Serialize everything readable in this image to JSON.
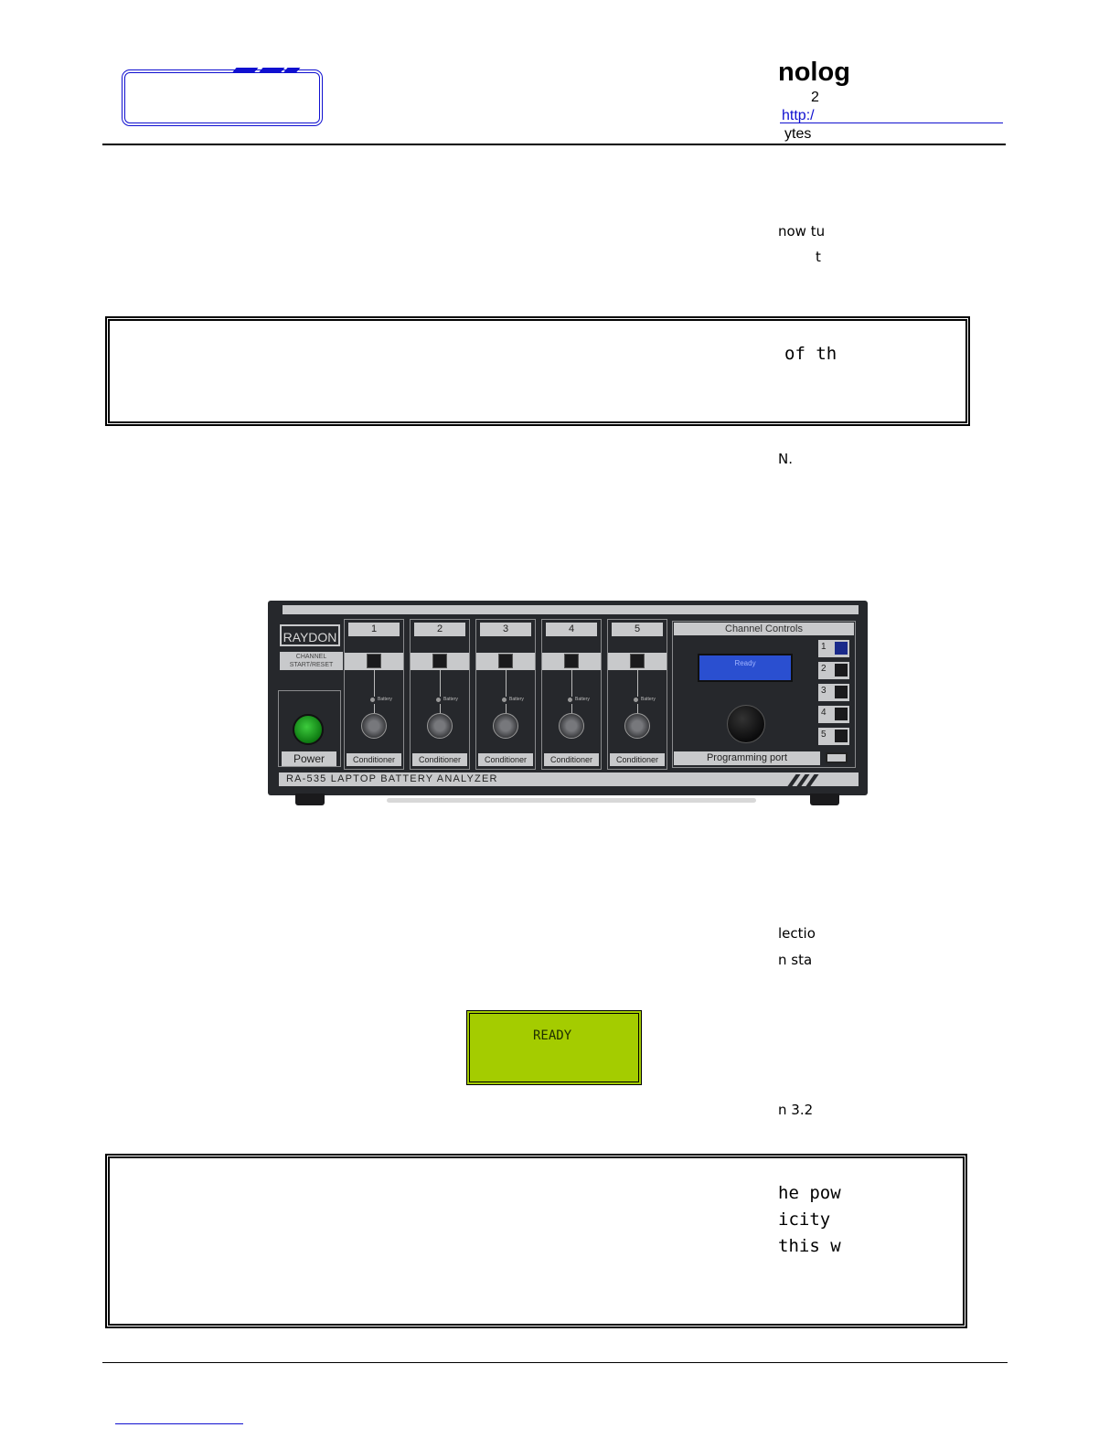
{
  "header": {
    "company_fragment": "nolog",
    "phone_fragment": "2",
    "url_fragment": "http:/",
    "email_fragment": "ytes"
  },
  "text_fragments": {
    "intro_1": "now tu",
    "intro_2": "t",
    "note1_line1": "of th",
    "after_note1": "N.",
    "lcd_desc_1": "lectio",
    "lcd_desc_2": "n sta",
    "section_ref": "n 3.2",
    "note2_line1": "he pow",
    "note2_line2": "icity",
    "note2_line3": "this w"
  },
  "device": {
    "brand": "RAYDON",
    "channel_start_reset": "CHANNEL START/RESET",
    "power_label": "Power",
    "model_label": "RA-535 LAPTOP BATTERY ANALYZER",
    "battery_label": "Battery",
    "conditioner_label": "Conditioner",
    "channels": [
      "1",
      "2",
      "3",
      "4",
      "5"
    ],
    "controls_title": "Channel Controls",
    "lcd_text": "Ready",
    "selector_numbers": [
      "1",
      "2",
      "3",
      "4",
      "5"
    ],
    "programming_port": "Programming port",
    "colors": {
      "panel": "#26282c",
      "label": "#c8c9cb",
      "lcd": "#2a4fd0",
      "power": "#1ea820"
    }
  },
  "green_lcd": {
    "text": "READY",
    "color": "#a4cc00"
  },
  "colors": {
    "link_blue": "#1010d0"
  }
}
